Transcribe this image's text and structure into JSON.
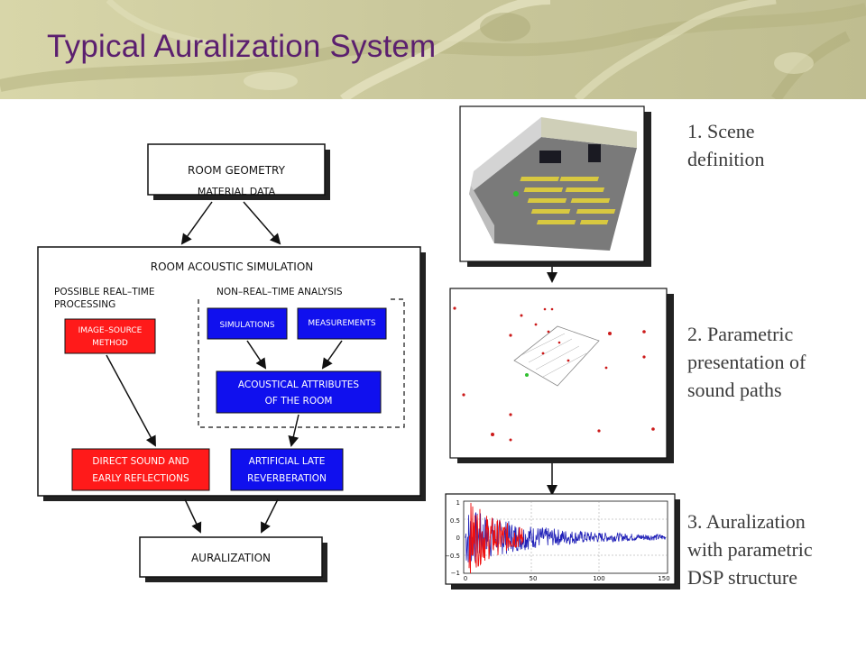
{
  "slide": {
    "title": "Typical Auralization System"
  },
  "flow": {
    "room_geometry": "ROOM GEOMETRY",
    "material_data": "MATERIAL DATA",
    "room_acoustic_simulation": "ROOM ACOUSTIC SIMULATION",
    "possible_realtime_line1": "POSSIBLE REAL–TIME",
    "possible_realtime_line2": "PROCESSING",
    "non_realtime": "NON–REAL–TIME ANALYSIS",
    "image_source_line1": "IMAGE–SOURCE",
    "image_source_line2": "METHOD",
    "simulations": "SIMULATIONS",
    "measurements": "MEASUREMENTS",
    "acoustical_line1": "ACOUSTICAL ATTRIBUTES",
    "acoustical_line2": "OF THE ROOM",
    "direct_line1": "DIRECT SOUND AND",
    "direct_line2": "EARLY REFLECTIONS",
    "artificial_line1": "ARTIFICIAL LATE",
    "artificial_line2": "REVERBERATION",
    "auralization": "AURALIZATION"
  },
  "stages": [
    {
      "line1": "1. Scene",
      "line2": "definition",
      "line3": ""
    },
    {
      "line1": "2. Parametric",
      "line2": "presentation of",
      "line3": "sound paths"
    },
    {
      "line1": "3. Auralization",
      "line2": "with parametric",
      "line3": "DSP structure"
    }
  ],
  "plot": {
    "y_ticks": [
      "1",
      "0.5",
      "0",
      "−0.5",
      "−1"
    ],
    "x_ticks": [
      "0",
      "50",
      "100",
      "150"
    ]
  },
  "colors": {
    "title": "#5b1f6f",
    "red_box": "#ff1a1a",
    "blue_box": "#1010ee",
    "header_bg": "#c7c69a"
  }
}
